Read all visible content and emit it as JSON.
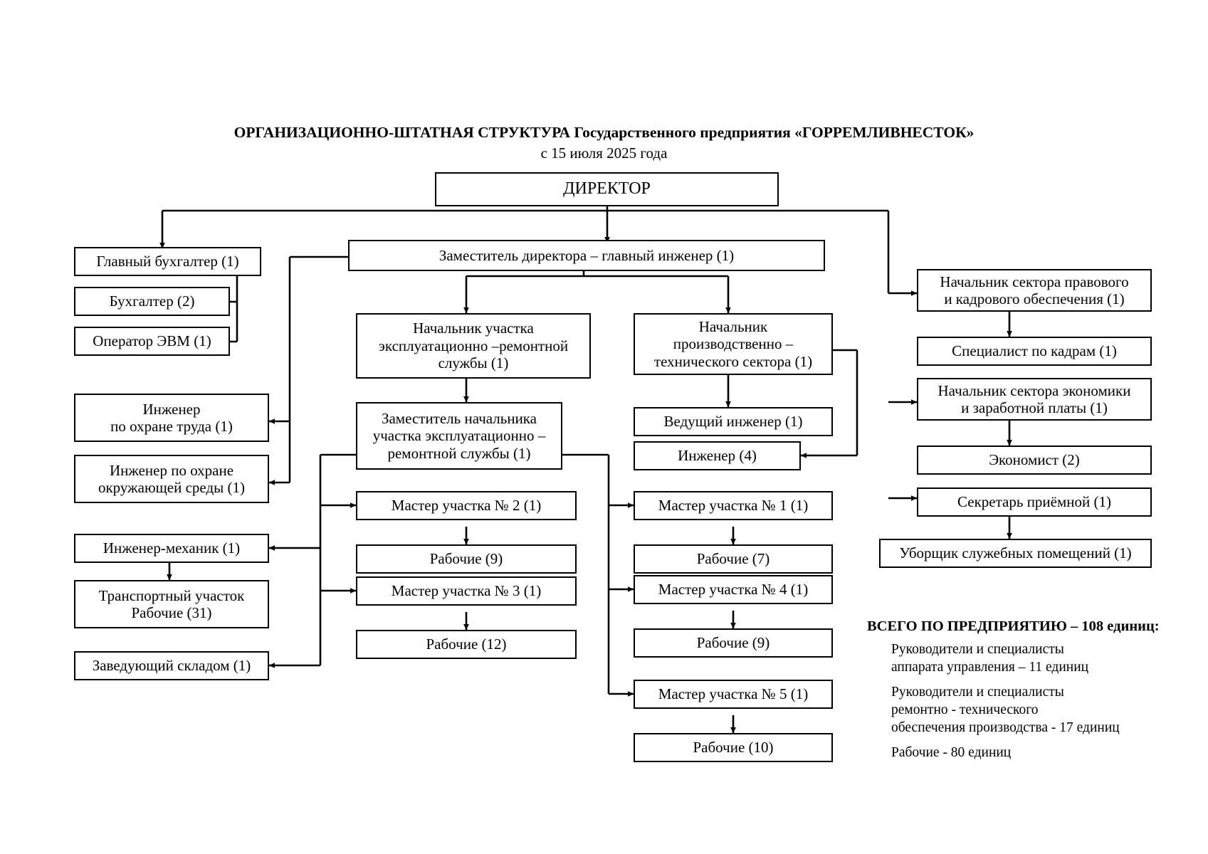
{
  "document": {
    "title_line1": "ОРГАНИЗАЦИОННО-ШТАТНАЯ СТРУКТУРА Государственного предприятия «ГОРРЕМЛИВНЕСТОК»",
    "title_line2": "с 15 июля 2025 года"
  },
  "chart_data": {
    "type": "org-chart",
    "colors": {
      "line": "#000000",
      "box_border": "#000000",
      "background": "#ffffff",
      "text": "#000000"
    },
    "nodes": {
      "director": "ДИРЕКТОР",
      "deputy_chief_engineer": "Заместитель директора – главный инженер (1)",
      "chief_accountant": "Главный бухгалтер (1)",
      "accountant": "Бухгалтер (2)",
      "computer_operator": "Оператор ЭВМ (1)",
      "labor_safety_engineer_l1": "Инженер",
      "labor_safety_engineer_l2": "по охране труда (1)",
      "eco_engineer_l1": "Инженер по охране",
      "eco_engineer_l2": "окружающей среды (1)",
      "mechanical_engineer": "Инженер-механик (1)",
      "transport_section_l1": "Транспортный участок",
      "transport_section_l2": "Рабочие (31)",
      "warehouse_manager": "Заведующий складом (1)",
      "head_oper_repair_l1": "Начальник участка",
      "head_oper_repair_l2": "эксплуатационно –ремонтной",
      "head_oper_repair_l3": "службы (1)",
      "deputy_oper_repair_l1": "Заместитель начальника",
      "deputy_oper_repair_l2": "участка эксплуатационно –",
      "deputy_oper_repair_l3": "ремонтной службы (1)",
      "foreman_2": "Мастер участка № 2 (1)",
      "workers_9a": "Рабочие (9)",
      "foreman_3": "Мастер участка № 3 (1)",
      "workers_12": "Рабочие (12)",
      "head_prod_tech_l1": "Начальник",
      "head_prod_tech_l2": "производственно –",
      "head_prod_tech_l3": "технического сектора (1)",
      "lead_engineer": "Ведущий инженер (1)",
      "engineer_4": "Инженер (4)",
      "foreman_1": "Мастер участка № 1 (1)",
      "workers_7": "Рабочие (7)",
      "foreman_4": "Мастер участка № 4 (1)",
      "workers_9b": "Рабочие (9)",
      "foreman_5": "Мастер участка № 5 (1)",
      "workers_10": "Рабочие (10)",
      "head_legal_hr_l1": "Начальник сектора правового",
      "head_legal_hr_l2": "и кадрового обеспечения  (1)",
      "hr_specialist": "Специалист по кадрам (1)",
      "head_econ_l1": "Начальник сектора экономики",
      "head_econ_l2": "и заработной платы (1)",
      "economist": "Экономист (2)",
      "reception_secretary": "Секретарь приёмной (1)",
      "cleaner": "Уборщик служебных помещений (1)"
    },
    "summary": {
      "heading": "ВСЕГО ПО ПРЕДПРИЯТИЮ – 108 единиц:",
      "lines": [
        "Руководители и специалисты",
        "аппарата управления – 11 единиц",
        "Руководители и специалисты",
        "ремонтно - технического",
        "обеспечения производства  - 17 единиц",
        "Рабочие -  80 единиц"
      ],
      "total": 108,
      "breakdown": [
        {
          "label": "Руководители и специалисты аппарата управления",
          "value": 11
        },
        {
          "label": "Руководители и специалисты ремонтно - технического обеспечения производства",
          "value": 17
        },
        {
          "label": "Рабочие",
          "value": 80
        }
      ]
    }
  }
}
